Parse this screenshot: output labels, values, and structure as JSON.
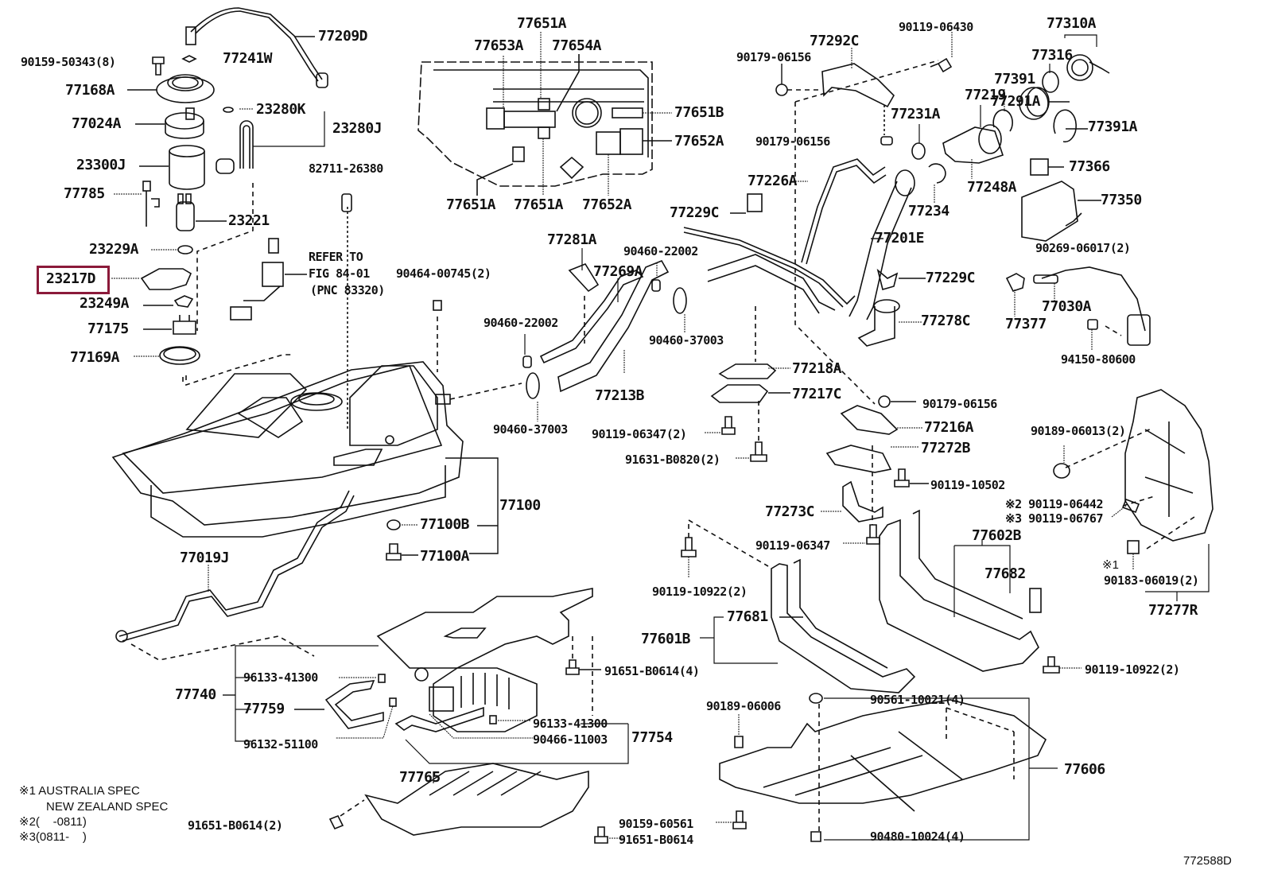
{
  "diagram": {
    "figure_id": "772588D",
    "highlight_color": "#8b1a3a",
    "highlighted_part": "23217D",
    "refer_note": {
      "line1": "REFER TO",
      "line2": "FIG 84-01",
      "line3": "(PNC 83320)"
    },
    "footnotes": [
      {
        "mark": "※1",
        "text": "AUSTRALIA SPEC"
      },
      {
        "mark": "",
        "text": "NEW ZEALAND SPEC"
      },
      {
        "mark": "※2",
        "text": "(    -0811)"
      },
      {
        "mark": "※3",
        "text": "(0811-    )"
      }
    ],
    "labels": {
      "p77209D": "77209D",
      "p90159_50343": "90159-50343(8)",
      "p77241W": "77241W",
      "p77168A": "77168A",
      "p23280K": "23280K",
      "p23280J": "23280J",
      "p77024A": "77024A",
      "p23300J": "23300J",
      "p82711_26380": "82711-26380",
      "p77785": "77785",
      "p23221": "23221",
      "p23229A": "23229A",
      "p23217D": "23217D",
      "p23249A": "23249A",
      "p77175": "77175",
      "p77169A": "77169A",
      "p90464_00745": "90464-00745(2)",
      "p77651A_top": "77651A",
      "p77653A": "77653A",
      "p77654A": "77654A",
      "p77651B": "77651B",
      "p77652A_r": "77652A",
      "p77651A_b1": "77651A",
      "p77651A_b2": "77651A",
      "p77652A_b": "77652A",
      "p90119_06430": "90119-06430",
      "p77292C": "77292C",
      "p90179_06156_a": "90179-06156",
      "p77310A": "77310A",
      "p77316": "77316",
      "p77391": "77391",
      "p77219": "77219",
      "p77291A": "77291A",
      "p77231A": "77231A",
      "p90179_06156_b": "90179-06156",
      "p77391A": "77391A",
      "p77226A": "77226A",
      "p77366": "77366",
      "p77248A": "77248A",
      "p77234": "77234",
      "p77350": "77350",
      "p77229C_a": "77229C",
      "p77201E": "77201E",
      "p90269_06017": "90269-06017(2)",
      "p77281A": "77281A",
      "p90460_22002_a": "90460-22002",
      "p77269A": "77269A",
      "p77229C_b": "77229C",
      "p77030A": "77030A",
      "p77377": "77377",
      "p77278C": "77278C",
      "p94150_80600": "94150-80600",
      "p90460_22002_b": "90460-22002",
      "p90460_37003_a": "90460-37003",
      "p77213B": "77213B",
      "p77218A": "77218A",
      "p77217C": "77217C",
      "p90460_37003_b": "90460-37003",
      "p90119_06347_2": "90119-06347(2)",
      "p90179_06156_c": "90179-06156",
      "p77216A": "77216A",
      "p90189_06013": "90189-06013(2)",
      "p91631_B0820": "91631-B0820(2)",
      "p77272B": "77272B",
      "p90119_10502": "90119-10502",
      "p90119_06442": "※2 90119-06442",
      "p90119_06767": "※3 90119-06767",
      "p77100": "77100",
      "p77273C": "77273C",
      "p77602B": "77602B",
      "p77100B": "77100B",
      "p90119_06347": "90119-06347",
      "p77682": "77682",
      "p77100A": "77100A",
      "p77019J": "77019J",
      "p90119_10922_a": "90119-10922(2)",
      "p90183_mark": "※1",
      "p90183_06019": "90183-06019(2)",
      "p77681": "77681",
      "p77277R": "77277R",
      "p77601B": "77601B",
      "p91651_B0614_4": "91651-B0614(4)",
      "p90119_10922_b": "90119-10922(2)",
      "p96133_41300_a": "96133-41300",
      "p77740": "77740",
      "p77759": "77759",
      "p90189_06006": "90189-06006",
      "p90561_10021": "90561-10021(4)",
      "p96133_41300_b": "96133-41300",
      "p77754": "77754",
      "p90466_11003": "90466-11003",
      "p96132_51100": "96132-51100",
      "p77606": "77606",
      "p77765": "77765",
      "p91651_B0614_2": "91651-B0614(2)",
      "p90159_60561": "90159-60561",
      "p90480_10024": "90480-10024(4)",
      "p91651_B0614": "91651-B0614"
    }
  }
}
